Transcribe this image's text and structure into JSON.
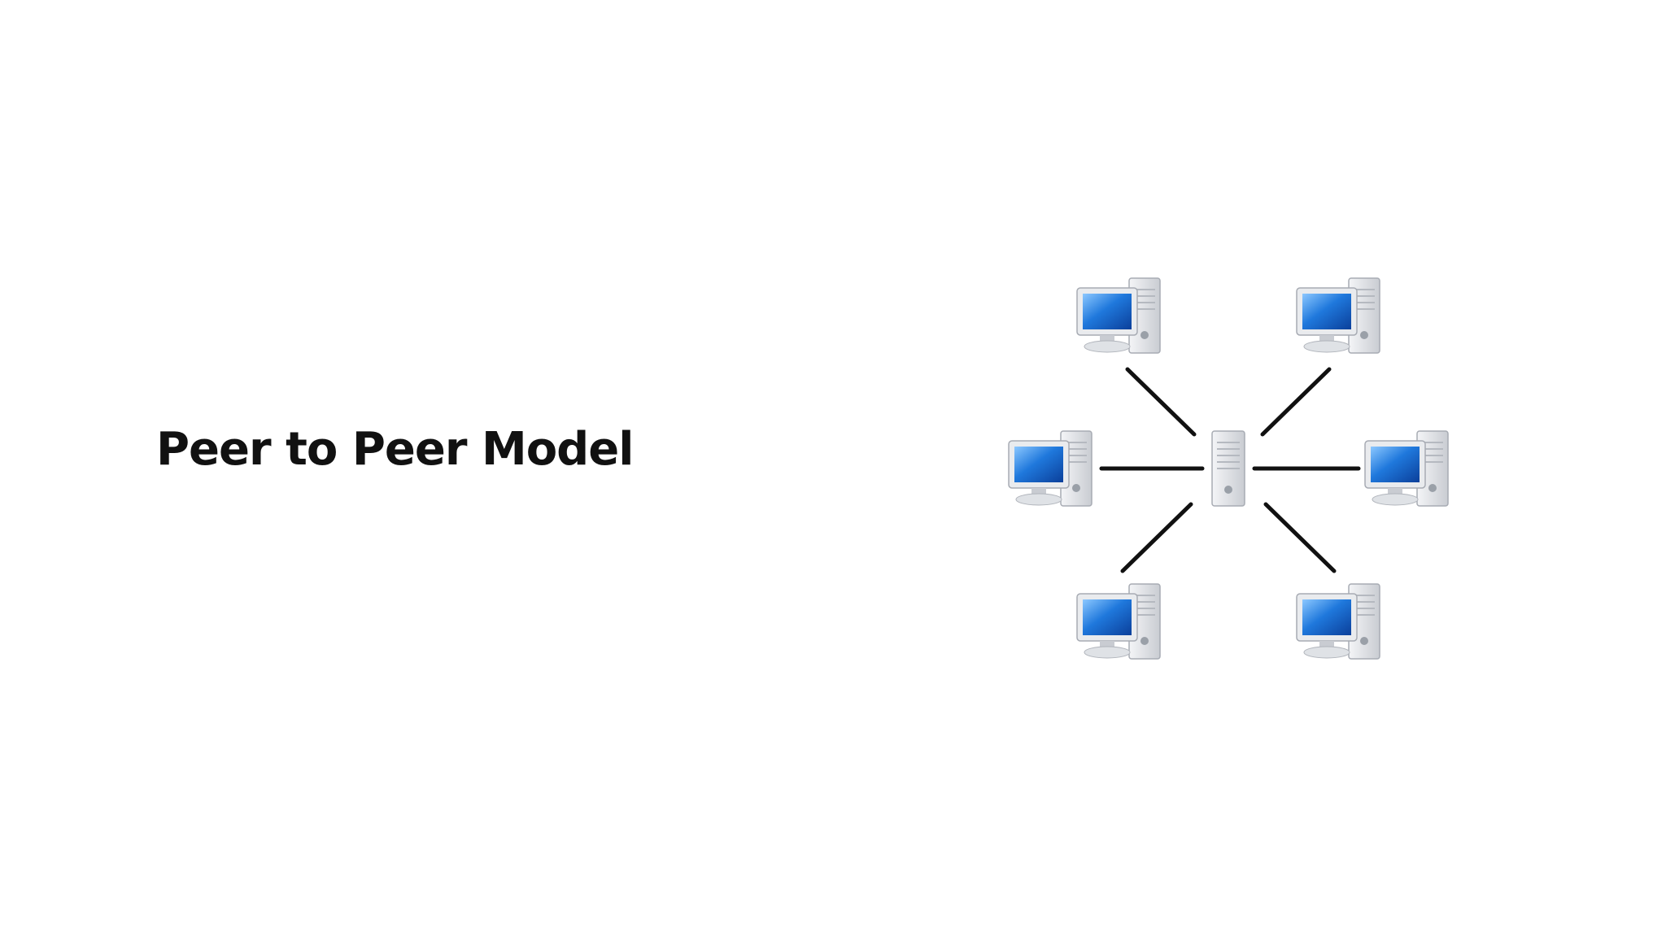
{
  "slide": {
    "title": "Peer to Peer Model"
  },
  "diagram": {
    "center_node": {
      "icon": "server-tower-icon"
    },
    "peer_nodes": [
      {
        "icon": "computer-icon",
        "position": "top-left"
      },
      {
        "icon": "computer-icon",
        "position": "top-right"
      },
      {
        "icon": "computer-icon",
        "position": "left"
      },
      {
        "icon": "computer-icon",
        "position": "right"
      },
      {
        "icon": "computer-icon",
        "position": "bottom-left"
      },
      {
        "icon": "computer-icon",
        "position": "bottom-right"
      }
    ],
    "colors": {
      "screen": "#1a6fd1",
      "screen_light": "#6fb4f5",
      "case": "#e4e6ea",
      "link": "#111111"
    }
  }
}
